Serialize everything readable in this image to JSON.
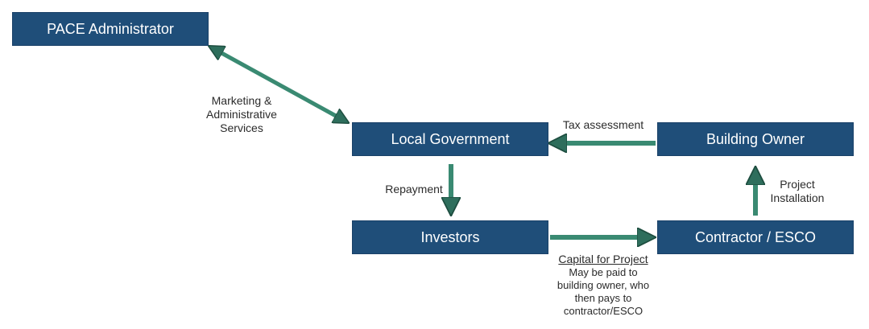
{
  "nodes": {
    "pace": "PACE Administrator",
    "local": "Local Government",
    "building": "Building Owner",
    "investors": "Investors",
    "contractor": "Contractor / ESCO"
  },
  "edges": {
    "marketing": "Marketing &\nAdministrative\nServices",
    "tax": "Tax assessment",
    "repayment": "Repayment",
    "project": "Project\nInstallation",
    "capital_title": "Capital for Project",
    "capital_note": "May be paid to\nbuilding owner, who\nthen pays to\ncontractor/ESCO"
  },
  "colors": {
    "node_fill": "#1f4e79",
    "arrow": "#2e7d66"
  }
}
